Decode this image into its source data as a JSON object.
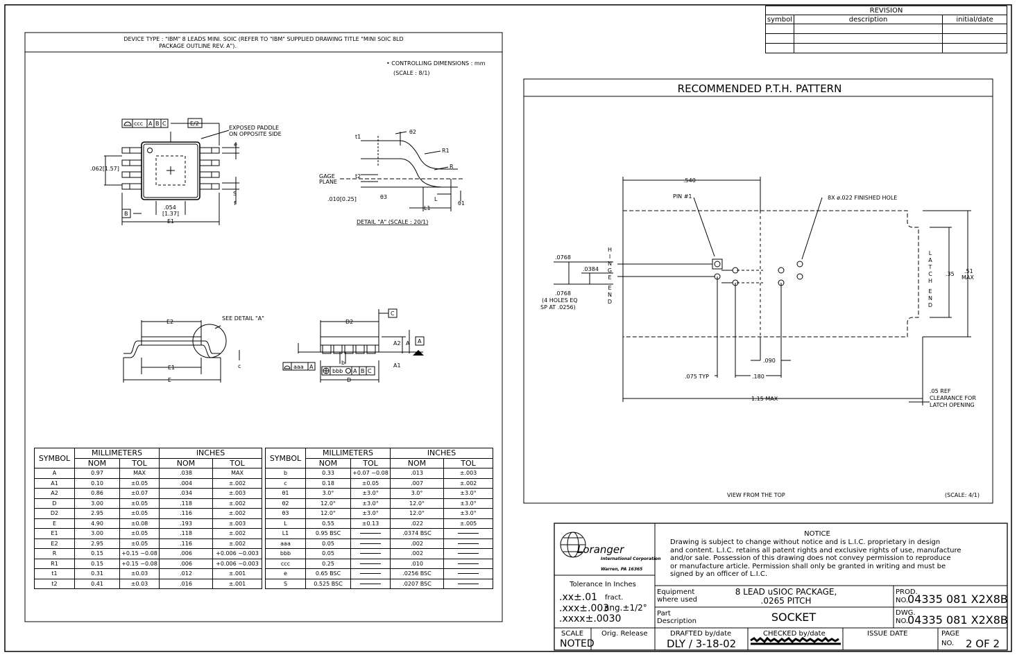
{
  "revision": {
    "title": "REVISION",
    "col_symbol": "symbol",
    "col_description": "description",
    "col_initial_date": "initial/date"
  },
  "left_panel": {
    "header_line1": "DEVICE TYPE : \"IBM\" 8 LEADS MINI. SOIC (REFER TO \"IBM\" SUPPLIED DRAWING TITLE \"MINI SOIC 8LD",
    "header_line2": "PACKAGE OUTLINE REV. A\").",
    "controlling": "• CONTROLLING DIMENSIONS : mm",
    "scale": "(SCALE : 8/1)",
    "exposed_paddle_1": "EXPOSED PADDLE",
    "exposed_paddle_2": "ON OPPOSITE SIDE",
    "dim_062": ".062[1.57]",
    "dim_054": ".054",
    "dim_137": "[1.37]",
    "e1": "E1",
    "e2": "E/2",
    "e2_side": "E2",
    "e_side": "E",
    "fcf_ccc": "ccc",
    "fcf_a": "A",
    "fcf_b": "B",
    "fcf_c": "C",
    "datum_b": "B",
    "label_e": "e",
    "label_s": "S",
    "label_f": "f",
    "gage_plane_1": "GAGE",
    "gage_plane_2": "PLANE",
    "dim_010": ".010[0.25]",
    "t1": "t1",
    "t2": "t2",
    "theta2": "θ2",
    "theta3": "θ3",
    "theta1": "θ1",
    "r1": "R1",
    "r": "R",
    "l": "L",
    "l1": "L1",
    "detail_a": "DETAIL \"A\" (SCALE : 20/1)",
    "see_detail": "SEE DETAIL \"A\"",
    "d2": "D2",
    "d": "D",
    "a2": "A2",
    "a": "A",
    "a1": "A1",
    "datum_c": "C",
    "datum_a": "A",
    "aaa": "aaa",
    "bbb": "bbb",
    "b": "b",
    "c_label": "c"
  },
  "table_left": {
    "symbol": "SYMBOL",
    "millimeters": "MILLIMETERS",
    "inches": "INCHES",
    "nom": "NOM",
    "tol": "TOL",
    "rows": [
      [
        "A",
        "0.97",
        "MAX",
        ".038",
        "MAX"
      ],
      [
        "A1",
        "0.10",
        "±0.05",
        ".004",
        "±.002"
      ],
      [
        "A2",
        "0.86",
        "±0.07",
        ".034",
        "±.003"
      ],
      [
        "D",
        "3.00",
        "±0.05",
        ".118",
        "±.002"
      ],
      [
        "D2",
        "2.95",
        "±0.05",
        ".116",
        "±.002"
      ],
      [
        "E",
        "4.90",
        "±0.08",
        ".193",
        "±.003"
      ],
      [
        "E1",
        "3.00",
        "±0.05",
        ".118",
        "±.002"
      ],
      [
        "E2",
        "2.95",
        "±0.05",
        ".116",
        "±.002"
      ],
      [
        "R",
        "0.15",
        "+0.15 −0.08",
        ".006",
        "+0.006 −0.003"
      ],
      [
        "R1",
        "0.15",
        "+0.15 −0.08",
        ".006",
        "+0.006 −0.003"
      ],
      [
        "t1",
        "0.31",
        "±0.03",
        ".012",
        "±.001"
      ],
      [
        "t2",
        "0.41",
        "±0.03",
        ".016",
        "±.001"
      ]
    ]
  },
  "table_right": {
    "rows": [
      [
        "b",
        "0.33",
        "+0.07 −0.08",
        ".013",
        "±.003"
      ],
      [
        "c",
        "0.18",
        "±0.05",
        ".007",
        "±.002"
      ],
      [
        "θ1",
        "3.0°",
        "±3.0°",
        "3.0°",
        "±3.0°"
      ],
      [
        "θ2",
        "12.0°",
        "±3.0°",
        "12.0°",
        "±3.0°"
      ],
      [
        "θ3",
        "12.0°",
        "±3.0°",
        "12.0°",
        "±3.0°"
      ],
      [
        "L",
        "0.55",
        "±0.13",
        ".022",
        "±.005"
      ],
      [
        "L1",
        "0.95 BSC",
        "",
        ".0374 BSC",
        ""
      ],
      [
        "aaa",
        "0.05",
        "",
        ".002",
        ""
      ],
      [
        "bbb",
        "0.05",
        "",
        ".002",
        ""
      ],
      [
        "ccc",
        "0.25",
        "",
        ".010",
        ""
      ],
      [
        "e",
        "0.65 BSC",
        "",
        ".0256 BSC",
        ""
      ],
      [
        "S",
        "0.525 BSC",
        "",
        ".0207 BSC",
        ""
      ]
    ]
  },
  "pth": {
    "title": "RECOMMENDED P.T.H. PATTERN",
    "dim_540": ".540",
    "pin1": "PIN #1",
    "holes": "8X ø.022 FINISHED HOLE",
    "dim_0768a": ".0768",
    "dim_0384": ".0384",
    "dim_0768b": ".0768",
    "holes_eq": "(4 HOLES EQ",
    "sp_at": "SP AT .0256)",
    "hinge_end": [
      "H",
      "I",
      "N",
      "G",
      "E",
      "",
      "E",
      "N",
      "D"
    ],
    "latch_end": [
      "L",
      "A",
      "T",
      "C",
      "H",
      "",
      "E",
      "N",
      "D"
    ],
    "dim_35": ".35",
    "dim_51": ".51",
    "max": "MAX",
    "dim_090": ".090",
    "dim_075": ".075 TYP",
    "dim_180": ".180",
    "dim_115": "1.15 MAX",
    "ref_1": ".05 REF",
    "ref_2": "CLEARANCE FOR",
    "ref_3": "LATCH OPENING",
    "view": "VIEW FROM THE TOP",
    "scale": "(SCALE: 4/1)"
  },
  "title_block": {
    "company": "Loranger",
    "company_sub": "International Corporation",
    "location": "Warren, PA 16365",
    "notice_title": "NOTICE",
    "notice_lines": [
      "Drawing is subject to change without notice and is L.I.C. proprietary in design",
      "and content.  L.I.C. retains all patent rights and exclusive rights of use, manufacture",
      "and/or sale.  Possession of this drawing does not convey permission to reproduce",
      "or manufacture article.  Permission shall only be granted in writing and must be",
      "signed by an officer of L.I.C."
    ],
    "tolerance_title": "Tolerance In Inches",
    "tol_xx": ".xx±.01",
    "tol_fract": "fract.",
    "tol_xxx": ".xxx±.003",
    "tol_ang": "ang.±1/2°",
    "tol_xxxx": ".xxxx±.0030",
    "equipment_label_1": "Equipment",
    "equipment_label_2": "where used",
    "equipment_value_1": "8 LEAD uSIOC PACKAGE,",
    "equipment_value_2": ".0265 PITCH",
    "part_label_1": "Part",
    "part_label_2": "Description",
    "part_value": "SOCKET",
    "prod_label": "PROD.",
    "prod_no": "NO.",
    "prod_value": "04335 081 X2X8B",
    "dwg_label": "DWG.",
    "dwg_no": "NO.",
    "dwg_value": "04335 081 X2X8B",
    "scale_label": "SCALE",
    "scale_value": "NOTED",
    "orig_release": "Orig. Release",
    "drafted_label": "DRAFTED by/date",
    "drafted_value": "DLY / 3-18-02",
    "checked_label": "CHECKED by/date",
    "issue_date": "ISSUE DATE",
    "page_label": "PAGE",
    "page_no": "NO.",
    "page_value": "2 OF 2"
  }
}
